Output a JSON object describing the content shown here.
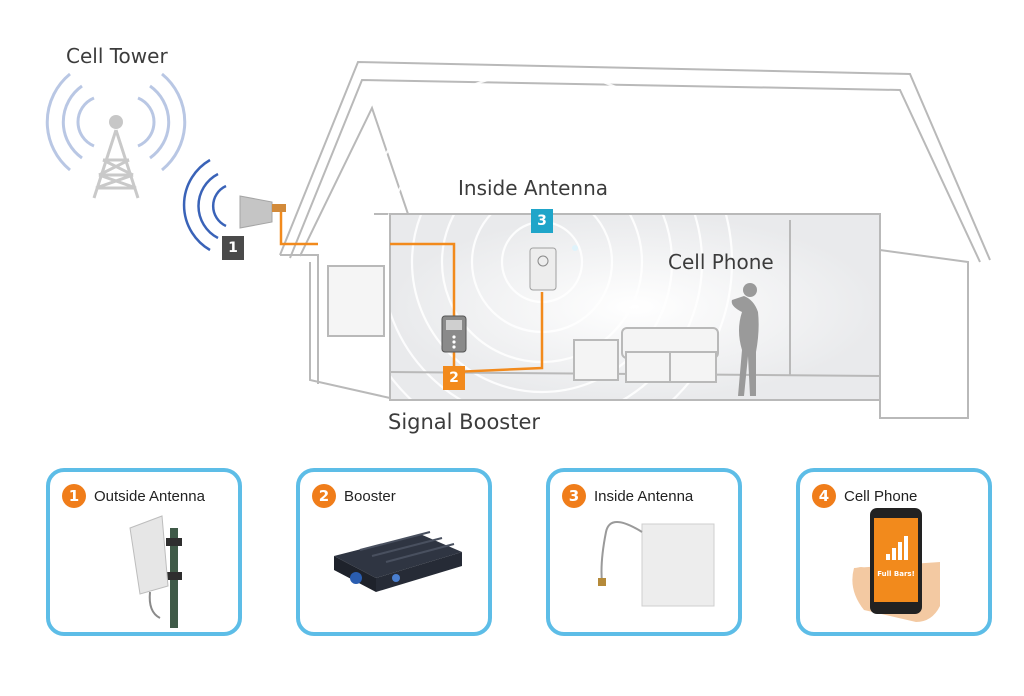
{
  "diagram": {
    "labels": {
      "cell_tower": "Cell Tower",
      "inside_antenna": "Inside  Antenna",
      "cell_phone": "Cell Phone",
      "signal_booster": "Signal Booster"
    },
    "badges": {
      "b1": "1",
      "b2": "2",
      "b3": "3"
    }
  },
  "cards": [
    {
      "number": "1",
      "label": "Outside Antenna"
    },
    {
      "number": "2",
      "label": "Booster"
    },
    {
      "number": "3",
      "label": "Inside Antenna"
    },
    {
      "number": "4",
      "label": "Cell Phone"
    }
  ],
  "phone_screen_text": "Full Bars!",
  "colors": {
    "cable": "#f28a1c",
    "badge_dark": "#4a4a4a",
    "badge_orange": "#f28a1c",
    "badge_blue": "#1fa5c9",
    "card_border": "#5dbde7",
    "card_number": "#f07d1a",
    "wave_blue": "#3a63b8"
  },
  "icons": [
    "cell-tower-icon",
    "outside-antenna-icon",
    "booster-icon",
    "inside-antenna-icon",
    "person-icon",
    "phone-icon"
  ]
}
